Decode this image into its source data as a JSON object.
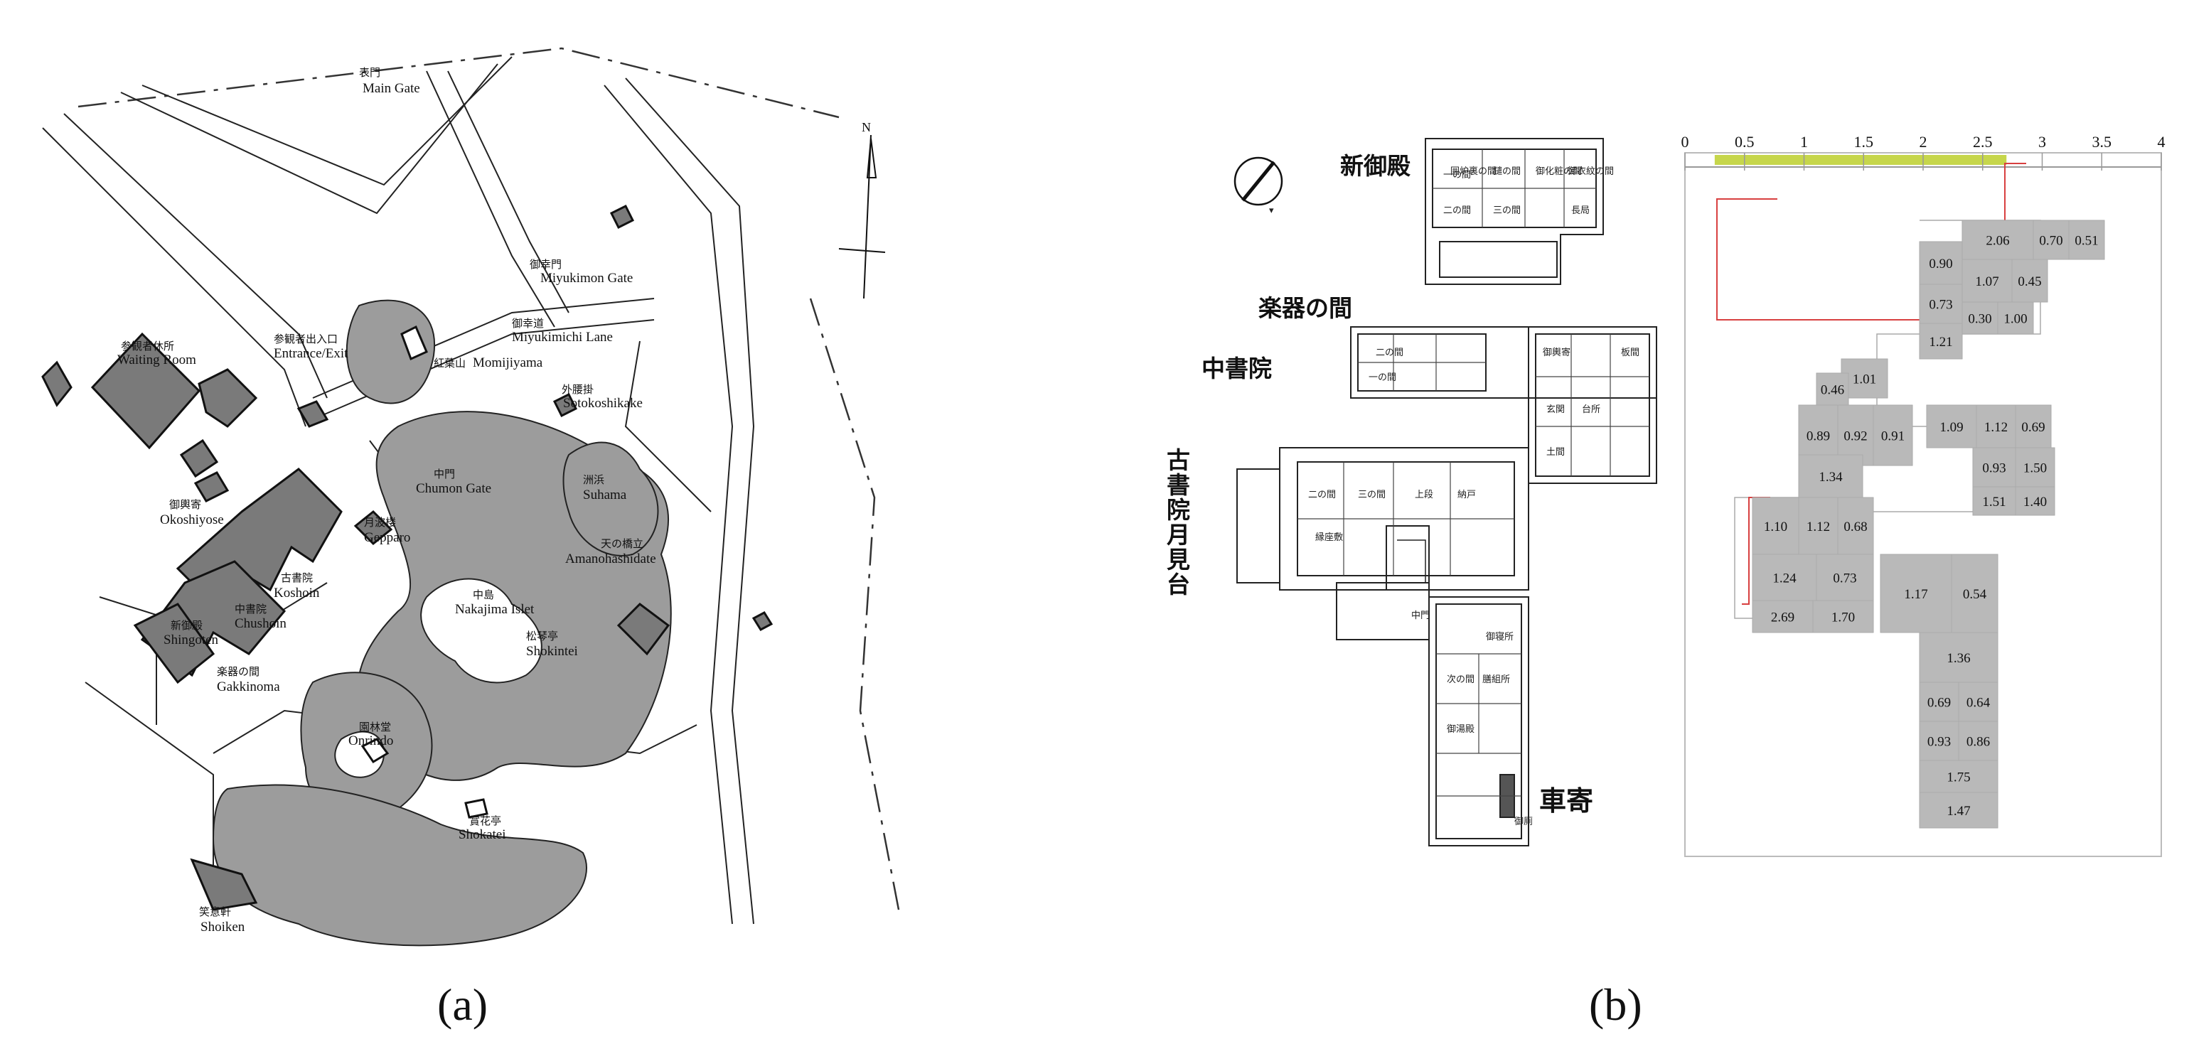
{
  "captions": {
    "a": "(a)",
    "b": "(b)"
  },
  "north_label": "N",
  "garden_labels": [
    {
      "id": "main-gate-jp",
      "text": "表門"
    },
    {
      "id": "main-gate",
      "text": "Main Gate"
    },
    {
      "id": "miyukimon-jp",
      "text": "御幸門"
    },
    {
      "id": "miyukimon",
      "text": "Miyukimon Gate"
    },
    {
      "id": "miyukimichi-jp",
      "text": "御幸道"
    },
    {
      "id": "miyukimichi",
      "text": "Miyukimichi Lane"
    },
    {
      "id": "momijiyama-jp",
      "text": "紅葉山"
    },
    {
      "id": "momijiyama",
      "text": "Momijiyama"
    },
    {
      "id": "entrance-jp",
      "text": "参観者出入口"
    },
    {
      "id": "entrance",
      "text": "Entrance/Exit"
    },
    {
      "id": "waiting-jp",
      "text": "参観者休所"
    },
    {
      "id": "waiting",
      "text": "Waiting Room"
    },
    {
      "id": "sotokoshikake-jp",
      "text": "外腰掛"
    },
    {
      "id": "sotokoshikake",
      "text": "Sotokoshikake"
    },
    {
      "id": "okoshiyose-jp",
      "text": "御輿寄"
    },
    {
      "id": "okoshiyose",
      "text": "Okoshiyose"
    },
    {
      "id": "chumon-jp",
      "text": "中門"
    },
    {
      "id": "chumon",
      "text": "Chumon Gate"
    },
    {
      "id": "suhama-jp",
      "text": "洲浜"
    },
    {
      "id": "suhama",
      "text": "Suhama"
    },
    {
      "id": "gepparo-jp",
      "text": "月波楼"
    },
    {
      "id": "gepparo",
      "text": "Gepparo"
    },
    {
      "id": "amanohashidate-jp",
      "text": "天の橋立"
    },
    {
      "id": "amanohashidate",
      "text": "Amanohashidate"
    },
    {
      "id": "koshoin-jp",
      "text": "古書院"
    },
    {
      "id": "koshoin",
      "text": "Koshoin"
    },
    {
      "id": "nakajima-jp",
      "text": "中島"
    },
    {
      "id": "nakajima",
      "text": "Nakajima Islet"
    },
    {
      "id": "chushoin-jp",
      "text": "中書院"
    },
    {
      "id": "chushoin",
      "text": "Chushoin"
    },
    {
      "id": "shingoten-jp",
      "text": "新御殿"
    },
    {
      "id": "shingoten",
      "text": "Shingoten"
    },
    {
      "id": "shokintei-jp",
      "text": "松琴亭"
    },
    {
      "id": "shokintei",
      "text": "Shokintei"
    },
    {
      "id": "gakkinoma-jp",
      "text": "楽器の間"
    },
    {
      "id": "gakkinoma",
      "text": "Gakkinoma"
    },
    {
      "id": "onrindo-jp",
      "text": "園林堂"
    },
    {
      "id": "onrindo",
      "text": "Onrindo"
    },
    {
      "id": "shokatei-jp",
      "text": "賞花亭"
    },
    {
      "id": "shokatei",
      "text": "Shokatei"
    },
    {
      "id": "shoiken-jp",
      "text": "笑意軒"
    },
    {
      "id": "shoiken",
      "text": "Shoiken"
    }
  ],
  "plan_labels": {
    "shingoten": "新御殿",
    "gakkinoma": "楽器の間",
    "chushoin": "中書院",
    "koshoin": "古書院",
    "tsukimidai": "月見台",
    "kurumayose": "車寄"
  },
  "room_labels": [
    "一の間",
    "二の間",
    "三の間",
    "二の間",
    "一の間",
    "二の間",
    "三の間",
    "囲炉裏の間",
    "鑓の間",
    "御輿寄",
    "玄関",
    "台所",
    "土間",
    "次の間",
    "縁座敷",
    "納戸",
    "上段",
    "御寝所",
    "御化粧の間",
    "御衣紋の間",
    "膳組所",
    "御湯殿",
    "中門",
    "板間",
    "御厠",
    "長局"
  ],
  "chart_data": {
    "type": "heatmap",
    "x_ticks": [
      "0",
      "0.5",
      "1",
      "1.5",
      "2",
      "2.5",
      "3",
      "3.5",
      "4"
    ],
    "xlim": [
      0,
      4
    ],
    "highlight_range": [
      0.25,
      2.7
    ],
    "highlight_color": "#c6d64b",
    "cell_color": "#b9b9b9",
    "cells": [
      {
        "id": "v206",
        "value": "2.06"
      },
      {
        "id": "v070",
        "value": "0.70"
      },
      {
        "id": "v051",
        "value": "0.51"
      },
      {
        "id": "v090",
        "value": "0.90"
      },
      {
        "id": "v107",
        "value": "1.07"
      },
      {
        "id": "v045",
        "value": "0.45"
      },
      {
        "id": "v073a",
        "value": "0.73"
      },
      {
        "id": "v030",
        "value": "0.30"
      },
      {
        "id": "v100",
        "value": "1.00"
      },
      {
        "id": "v121",
        "value": "1.21"
      },
      {
        "id": "v101",
        "value": "1.01"
      },
      {
        "id": "v046",
        "value": "0.46"
      },
      {
        "id": "v089",
        "value": "0.89"
      },
      {
        "id": "v092",
        "value": "0.92"
      },
      {
        "id": "v091",
        "value": "0.91"
      },
      {
        "id": "v109",
        "value": "1.09"
      },
      {
        "id": "v112a",
        "value": "1.12"
      },
      {
        "id": "v069a",
        "value": "0.69"
      },
      {
        "id": "v134",
        "value": "1.34"
      },
      {
        "id": "v093a",
        "value": "0.93"
      },
      {
        "id": "v150",
        "value": "1.50"
      },
      {
        "id": "v151",
        "value": "1.51"
      },
      {
        "id": "v140",
        "value": "1.40"
      },
      {
        "id": "v110",
        "value": "1.10"
      },
      {
        "id": "v112b",
        "value": "1.12"
      },
      {
        "id": "v068",
        "value": "0.68"
      },
      {
        "id": "v124",
        "value": "1.24"
      },
      {
        "id": "v073b",
        "value": "0.73"
      },
      {
        "id": "v117",
        "value": "1.17"
      },
      {
        "id": "v054",
        "value": "0.54"
      },
      {
        "id": "v269",
        "value": "2.69"
      },
      {
        "id": "v170",
        "value": "1.70"
      },
      {
        "id": "v136",
        "value": "1.36"
      },
      {
        "id": "v069b",
        "value": "0.69"
      },
      {
        "id": "v064",
        "value": "0.64"
      },
      {
        "id": "v093b",
        "value": "0.93"
      },
      {
        "id": "v086",
        "value": "0.86"
      },
      {
        "id": "v175",
        "value": "1.75"
      },
      {
        "id": "v147",
        "value": "1.47"
      }
    ]
  }
}
